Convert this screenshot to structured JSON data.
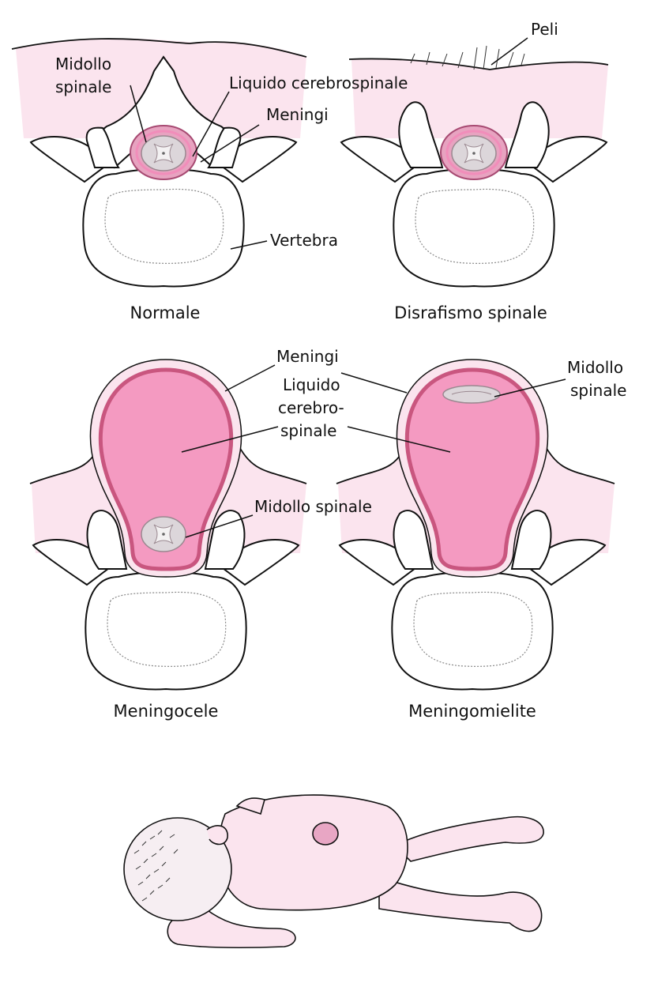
{
  "colors": {
    "skin": "#fbe4ee",
    "sac": "#f49ac1",
    "meninges": "#c9567f",
    "cord": "#dcd6da"
  },
  "panels": {
    "normal": {
      "caption": "Normale",
      "labels": {
        "cord_1": "Midollo",
        "cord_2": "spinale",
        "csf": "Liquido cerebrospinale",
        "meninges": "Meningi",
        "vertebra": "Vertebra"
      }
    },
    "dysraphism": {
      "caption": "Disrafismo spinale",
      "labels": {
        "hair": "Peli"
      }
    },
    "meningocele": {
      "caption": "Meningocele",
      "labels": {
        "meninges": "Meningi",
        "csf_1": "Liquido",
        "csf_2": "cerebro-",
        "csf_3": "spinale",
        "cord": "Midollo spinale"
      }
    },
    "myelomeningocele": {
      "caption": "Meningomielite",
      "labels": {
        "cord_1": "Midollo",
        "cord_2": "spinale"
      }
    }
  }
}
